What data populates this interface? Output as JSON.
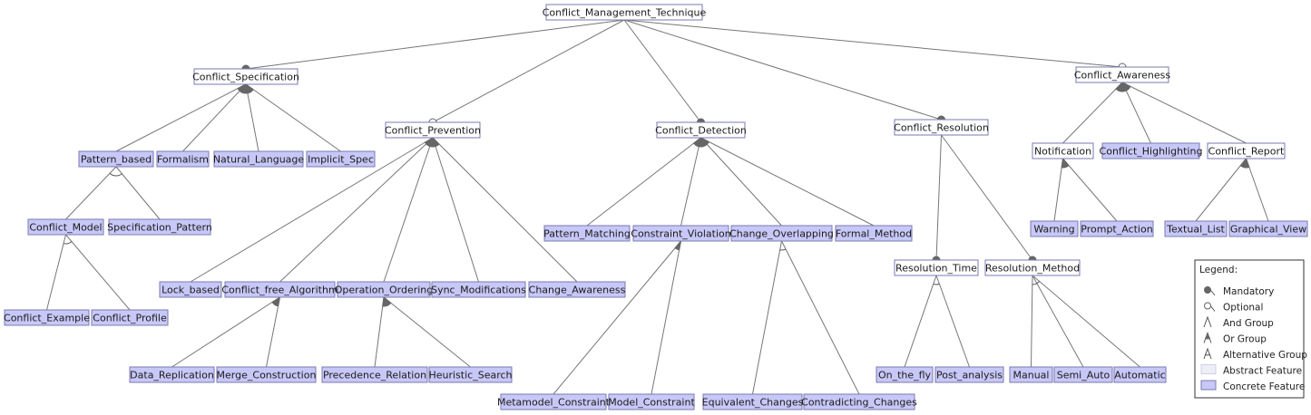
{
  "diagram": {
    "type": "feature-model",
    "nodes": [
      {
        "id": "cmt",
        "label": "Conflict_Management_Technique",
        "kind": "abstract"
      },
      {
        "id": "cs",
        "label": "Conflict_Specification",
        "kind": "abstract"
      },
      {
        "id": "cp",
        "label": "Conflict_Prevention",
        "kind": "abstract"
      },
      {
        "id": "cd",
        "label": "Conflict_Detection",
        "kind": "abstract"
      },
      {
        "id": "cr",
        "label": "Conflict_Resolution",
        "kind": "abstract"
      },
      {
        "id": "ca",
        "label": "Conflict_Awareness",
        "kind": "abstract"
      },
      {
        "id": "pb",
        "label": "Pattern_based",
        "kind": "concrete"
      },
      {
        "id": "form",
        "label": "Formalism",
        "kind": "concrete"
      },
      {
        "id": "nl",
        "label": "Natural_Language",
        "kind": "concrete"
      },
      {
        "id": "is",
        "label": "Implicit_Spec",
        "kind": "concrete"
      },
      {
        "id": "cm",
        "label": "Conflict_Model",
        "kind": "concrete"
      },
      {
        "id": "sp",
        "label": "Specification_Pattern",
        "kind": "concrete"
      },
      {
        "id": "ce",
        "label": "Conflict_Example",
        "kind": "concrete"
      },
      {
        "id": "cpr",
        "label": "Conflict_Profile",
        "kind": "concrete"
      },
      {
        "id": "lb",
        "label": "Lock_based",
        "kind": "concrete"
      },
      {
        "id": "cfa",
        "label": "Conflict_free_Algorithm",
        "kind": "concrete"
      },
      {
        "id": "oo",
        "label": "Operation_Ordering",
        "kind": "concrete"
      },
      {
        "id": "sm",
        "label": "Sync_Modifications",
        "kind": "concrete"
      },
      {
        "id": "chaw",
        "label": "Change_Awareness",
        "kind": "concrete"
      },
      {
        "id": "dr",
        "label": "Data_Replication",
        "kind": "concrete"
      },
      {
        "id": "mc",
        "label": "Merge_Construction",
        "kind": "concrete"
      },
      {
        "id": "pr",
        "label": "Precedence_Relation",
        "kind": "concrete"
      },
      {
        "id": "hs",
        "label": "Heuristic_Search",
        "kind": "concrete"
      },
      {
        "id": "pm",
        "label": "Pattern_Matching",
        "kind": "concrete"
      },
      {
        "id": "cv",
        "label": "Constraint_Violation",
        "kind": "concrete"
      },
      {
        "id": "co",
        "label": "Change_Overlapping",
        "kind": "concrete"
      },
      {
        "id": "fm",
        "label": "Formal_Method",
        "kind": "concrete"
      },
      {
        "id": "mmc",
        "label": "Metamodel_Constraint",
        "kind": "concrete"
      },
      {
        "id": "mdc",
        "label": "Model_Constraint",
        "kind": "concrete"
      },
      {
        "id": "ec",
        "label": "Equivalent_Changes",
        "kind": "concrete"
      },
      {
        "id": "cc",
        "label": "Contradicting_Changes",
        "kind": "concrete"
      },
      {
        "id": "rt",
        "label": "Resolution_Time",
        "kind": "abstract"
      },
      {
        "id": "rm",
        "label": "Resolution_Method",
        "kind": "abstract"
      },
      {
        "id": "otf",
        "label": "On_the_fly",
        "kind": "concrete"
      },
      {
        "id": "pa",
        "label": "Post_analysis",
        "kind": "concrete"
      },
      {
        "id": "man",
        "label": "Manual",
        "kind": "concrete"
      },
      {
        "id": "semi",
        "label": "Semi_Auto",
        "kind": "concrete"
      },
      {
        "id": "auto",
        "label": "Automatic",
        "kind": "concrete"
      },
      {
        "id": "notif",
        "label": "Notification",
        "kind": "abstract"
      },
      {
        "id": "ch",
        "label": "Conflict_Highlighting",
        "kind": "concrete"
      },
      {
        "id": "crep",
        "label": "Conflict_Report",
        "kind": "abstract"
      },
      {
        "id": "warn",
        "label": "Warning",
        "kind": "concrete"
      },
      {
        "id": "pact",
        "label": "Prompt_Action",
        "kind": "concrete"
      },
      {
        "id": "tl",
        "label": "Textual_List",
        "kind": "concrete"
      },
      {
        "id": "gv",
        "label": "Graphical_View",
        "kind": "concrete"
      }
    ],
    "edges": [
      {
        "from": "cmt",
        "to": "cs",
        "marker": "mandatory"
      },
      {
        "from": "cmt",
        "to": "cp",
        "marker": "optional"
      },
      {
        "from": "cmt",
        "to": "cd",
        "marker": "mandatory"
      },
      {
        "from": "cmt",
        "to": "cr",
        "marker": "mandatory"
      },
      {
        "from": "cmt",
        "to": "ca",
        "marker": "optional"
      },
      {
        "from": "cs",
        "to": "pb"
      },
      {
        "from": "cs",
        "to": "form"
      },
      {
        "from": "cs",
        "to": "nl"
      },
      {
        "from": "cs",
        "to": "is"
      },
      {
        "from": "pb",
        "to": "cm"
      },
      {
        "from": "pb",
        "to": "sp"
      },
      {
        "from": "cm",
        "to": "ce"
      },
      {
        "from": "cm",
        "to": "cpr"
      },
      {
        "from": "cp",
        "to": "lb"
      },
      {
        "from": "cp",
        "to": "cfa"
      },
      {
        "from": "cp",
        "to": "oo"
      },
      {
        "from": "cp",
        "to": "sm"
      },
      {
        "from": "cp",
        "to": "chaw"
      },
      {
        "from": "cfa",
        "to": "dr"
      },
      {
        "from": "cfa",
        "to": "mc"
      },
      {
        "from": "oo",
        "to": "pr"
      },
      {
        "from": "oo",
        "to": "hs"
      },
      {
        "from": "cd",
        "to": "pm"
      },
      {
        "from": "cd",
        "to": "cv"
      },
      {
        "from": "cd",
        "to": "co"
      },
      {
        "from": "cd",
        "to": "fm"
      },
      {
        "from": "cv",
        "to": "mmc"
      },
      {
        "from": "cv",
        "to": "mdc"
      },
      {
        "from": "co",
        "to": "ec"
      },
      {
        "from": "co",
        "to": "cc"
      },
      {
        "from": "cr",
        "to": "rt",
        "marker": "mandatory"
      },
      {
        "from": "cr",
        "to": "rm",
        "marker": "mandatory"
      },
      {
        "from": "rt",
        "to": "otf"
      },
      {
        "from": "rt",
        "to": "pa"
      },
      {
        "from": "rm",
        "to": "man"
      },
      {
        "from": "rm",
        "to": "semi"
      },
      {
        "from": "rm",
        "to": "auto"
      },
      {
        "from": "ca",
        "to": "notif"
      },
      {
        "from": "ca",
        "to": "ch"
      },
      {
        "from": "ca",
        "to": "crep"
      },
      {
        "from": "notif",
        "to": "warn"
      },
      {
        "from": "notif",
        "to": "pact"
      },
      {
        "from": "crep",
        "to": "tl"
      },
      {
        "from": "crep",
        "to": "gv"
      }
    ],
    "groups": [
      {
        "parent": "cs",
        "type": "or"
      },
      {
        "parent": "pb",
        "type": "alternative"
      },
      {
        "parent": "cm",
        "type": "alternative"
      },
      {
        "parent": "cp",
        "type": "or"
      },
      {
        "parent": "cfa",
        "type": "or"
      },
      {
        "parent": "oo",
        "type": "or"
      },
      {
        "parent": "cd",
        "type": "or"
      },
      {
        "parent": "cv",
        "type": "or"
      },
      {
        "parent": "co",
        "type": "alternative"
      },
      {
        "parent": "rt",
        "type": "alternative"
      },
      {
        "parent": "rm",
        "type": "alternative"
      },
      {
        "parent": "ca",
        "type": "or"
      },
      {
        "parent": "notif",
        "type": "or"
      },
      {
        "parent": "crep",
        "type": "or"
      }
    ]
  },
  "legend": {
    "title": "Legend:",
    "items": [
      {
        "symbol": "mandatory",
        "label": "Mandatory"
      },
      {
        "symbol": "optional",
        "label": "Optional"
      },
      {
        "symbol": "and-group",
        "label": "And Group"
      },
      {
        "symbol": "or-group",
        "label": "Or Group"
      },
      {
        "symbol": "alternative-group",
        "label": "Alternative Group"
      },
      {
        "symbol": "abstract-feature",
        "label": "Abstract Feature"
      },
      {
        "symbol": "concrete-feature",
        "label": "Concrete Feature"
      }
    ]
  },
  "colors": {
    "abstract_fill": "#ffffff",
    "concrete_fill": "#c8c8f8",
    "node_border": "#7a7ab0",
    "edge": "#777777",
    "marker": "#666666"
  }
}
